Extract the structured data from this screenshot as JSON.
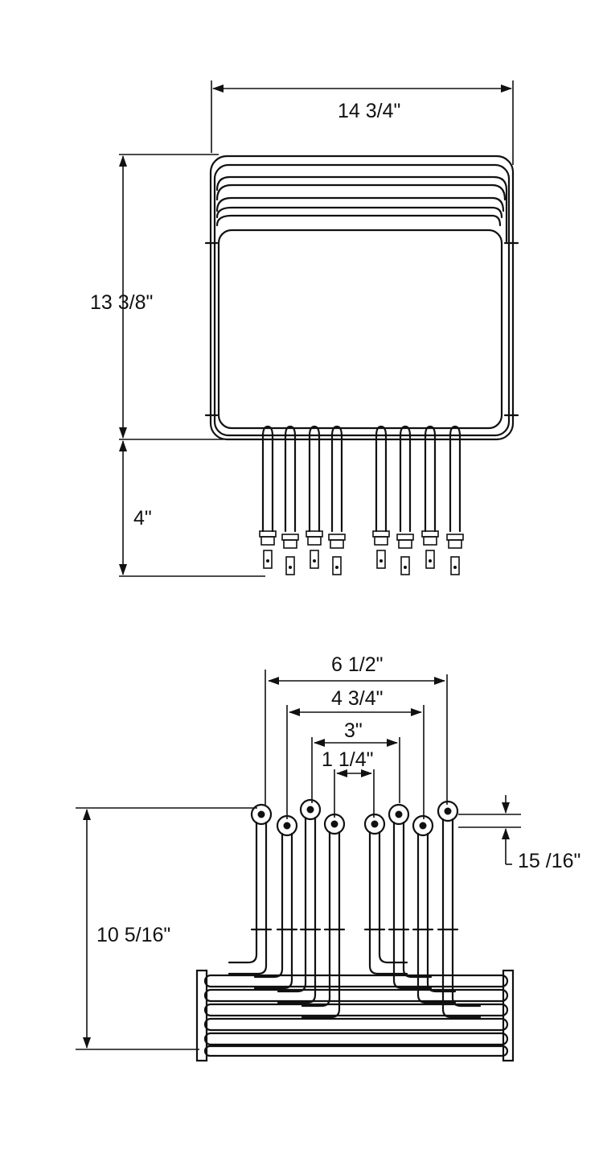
{
  "top_view": {
    "width_label": "14 3/4\"",
    "height_label": "13 3/8\"",
    "terminal_length_label": "4\""
  },
  "front_view": {
    "span_outer_label": "6 1/2\"",
    "span_second_label": "4 3/4\"",
    "span_third_label": "3\"",
    "span_inner_label": "1 1/4\"",
    "height_label": "10 5/16\"",
    "offset_label": "15 /16\""
  }
}
